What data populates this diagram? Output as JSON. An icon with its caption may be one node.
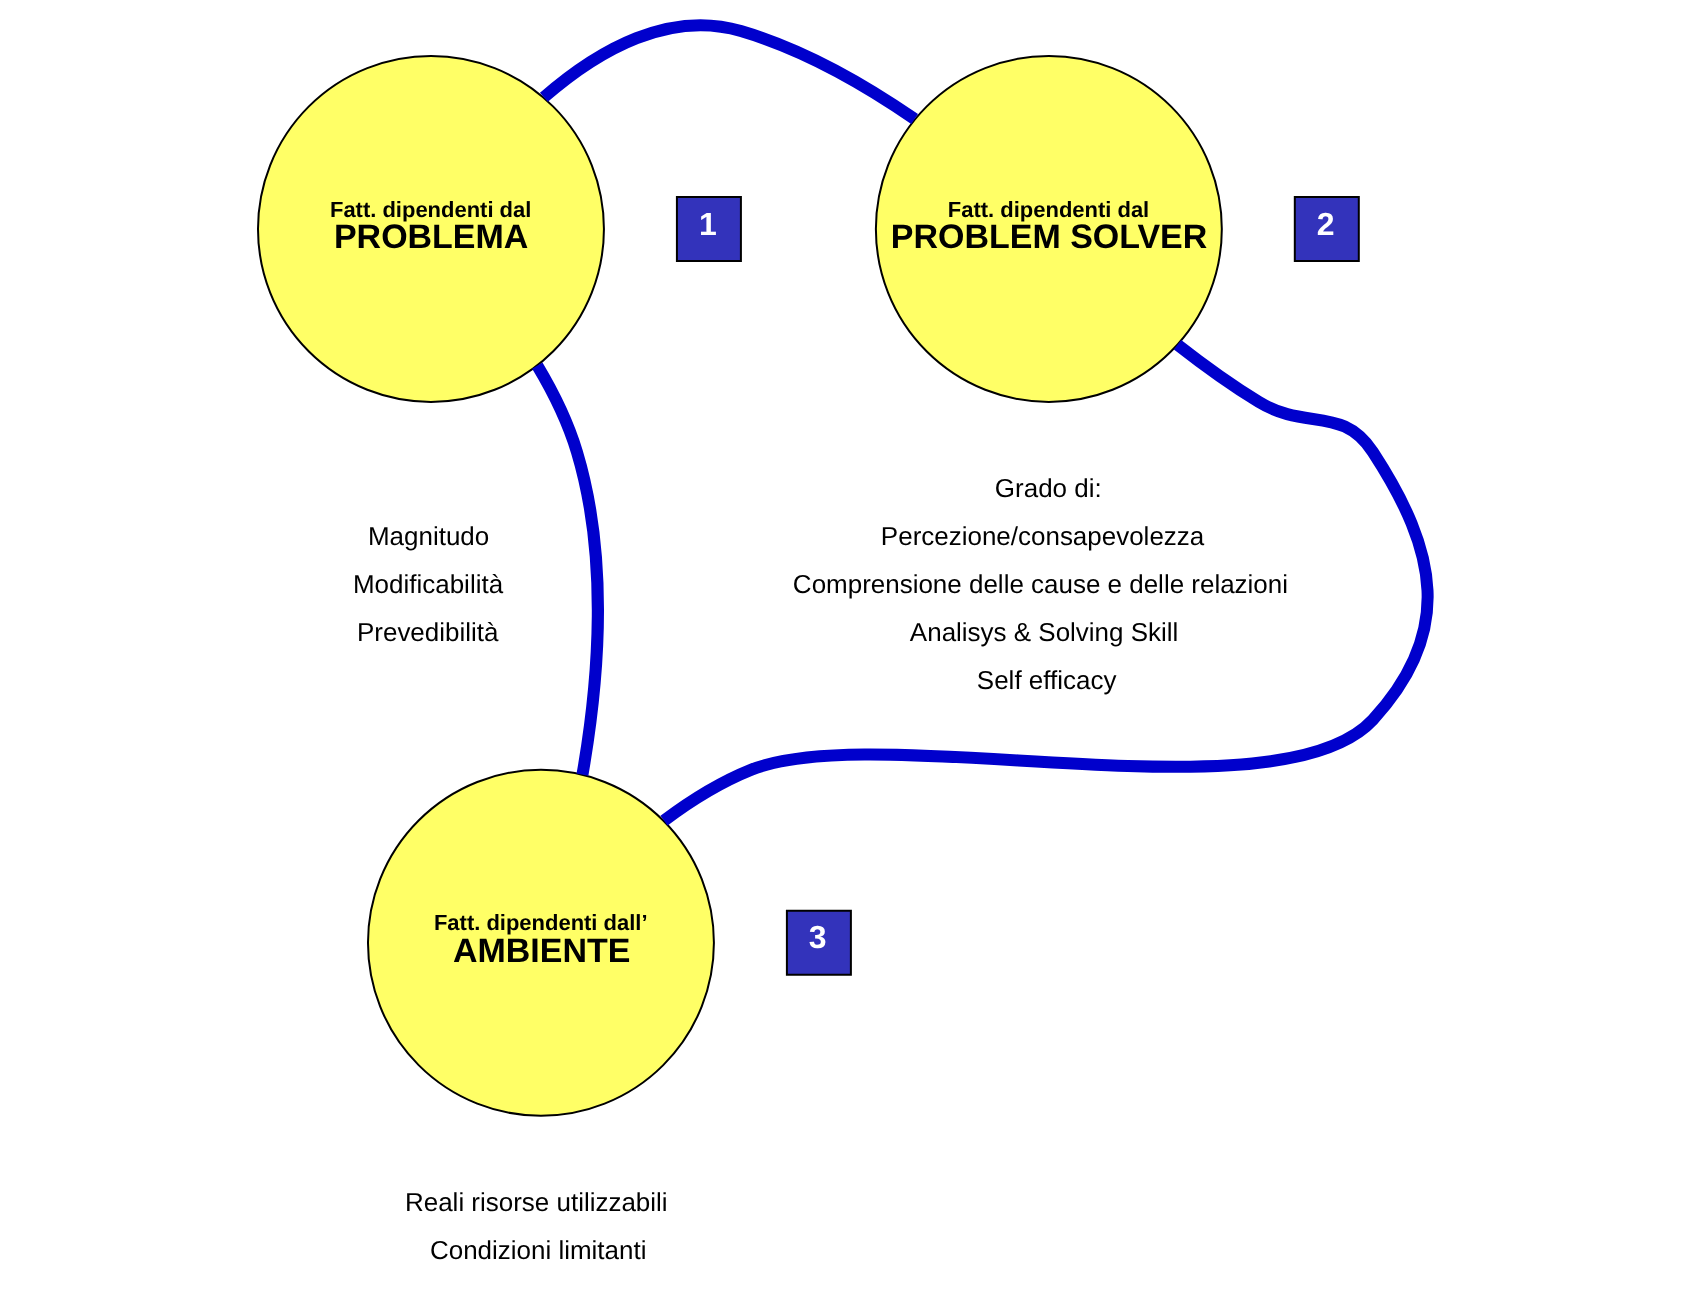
{
  "diagram": {
    "nodes": [
      {
        "text": [
          "Fatt. dipendenti dal",
          "PROBLEMA"
        ],
        "beside": [
          "Magnitudo",
          "Modificabilità",
          "Prevedibilità"
        ]
      },
      {
        "text": [
          "1"
        ]
      },
      {
        "text": [
          "Fatt. dipendenti dal",
          "PROBLEM SOLVER"
        ],
        "beside": [
          "Grado di:",
          "Percezione/consapevolezza",
          "Comprensione delle cause e delle relazioni",
          "Analisys & Solving Skill",
          "Self efficacy"
        ]
      },
      {
        "text": [
          "2"
        ]
      },
      {
        "text": [
          "Fatt. dipendenti dall’",
          "AMBIENTE"
        ],
        "beside": [
          "Reali risorse utilizzabili",
          "Condizioni limitanti"
        ]
      },
      {
        "text": [
          "3"
        ]
      }
    ],
    "edges": [
      {
        "from": 0,
        "to": 2,
        "arrow": "none"
      },
      {
        "from": 0,
        "to": 4,
        "arrow": "none"
      },
      {
        "from": 2,
        "to": 4,
        "arrow": "none"
      }
    ]
  }
}
